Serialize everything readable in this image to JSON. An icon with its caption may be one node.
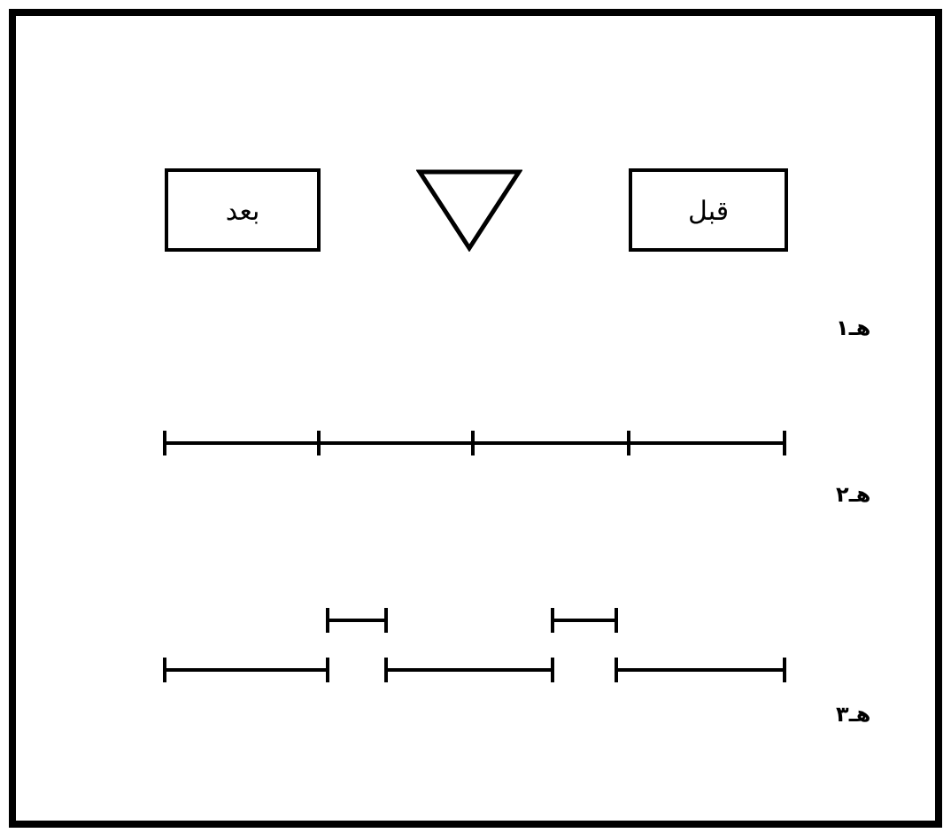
{
  "diagram": {
    "nodes": [
      {
        "text": [
          "قبل"
        ]
      },
      {
        "text": [],
        "shape": "triangle"
      },
      {
        "text": [
          "بعد"
        ]
      }
    ],
    "edges": [],
    "labels": [
      "هـ١",
      "هـ٢",
      "هـ٣"
    ]
  }
}
